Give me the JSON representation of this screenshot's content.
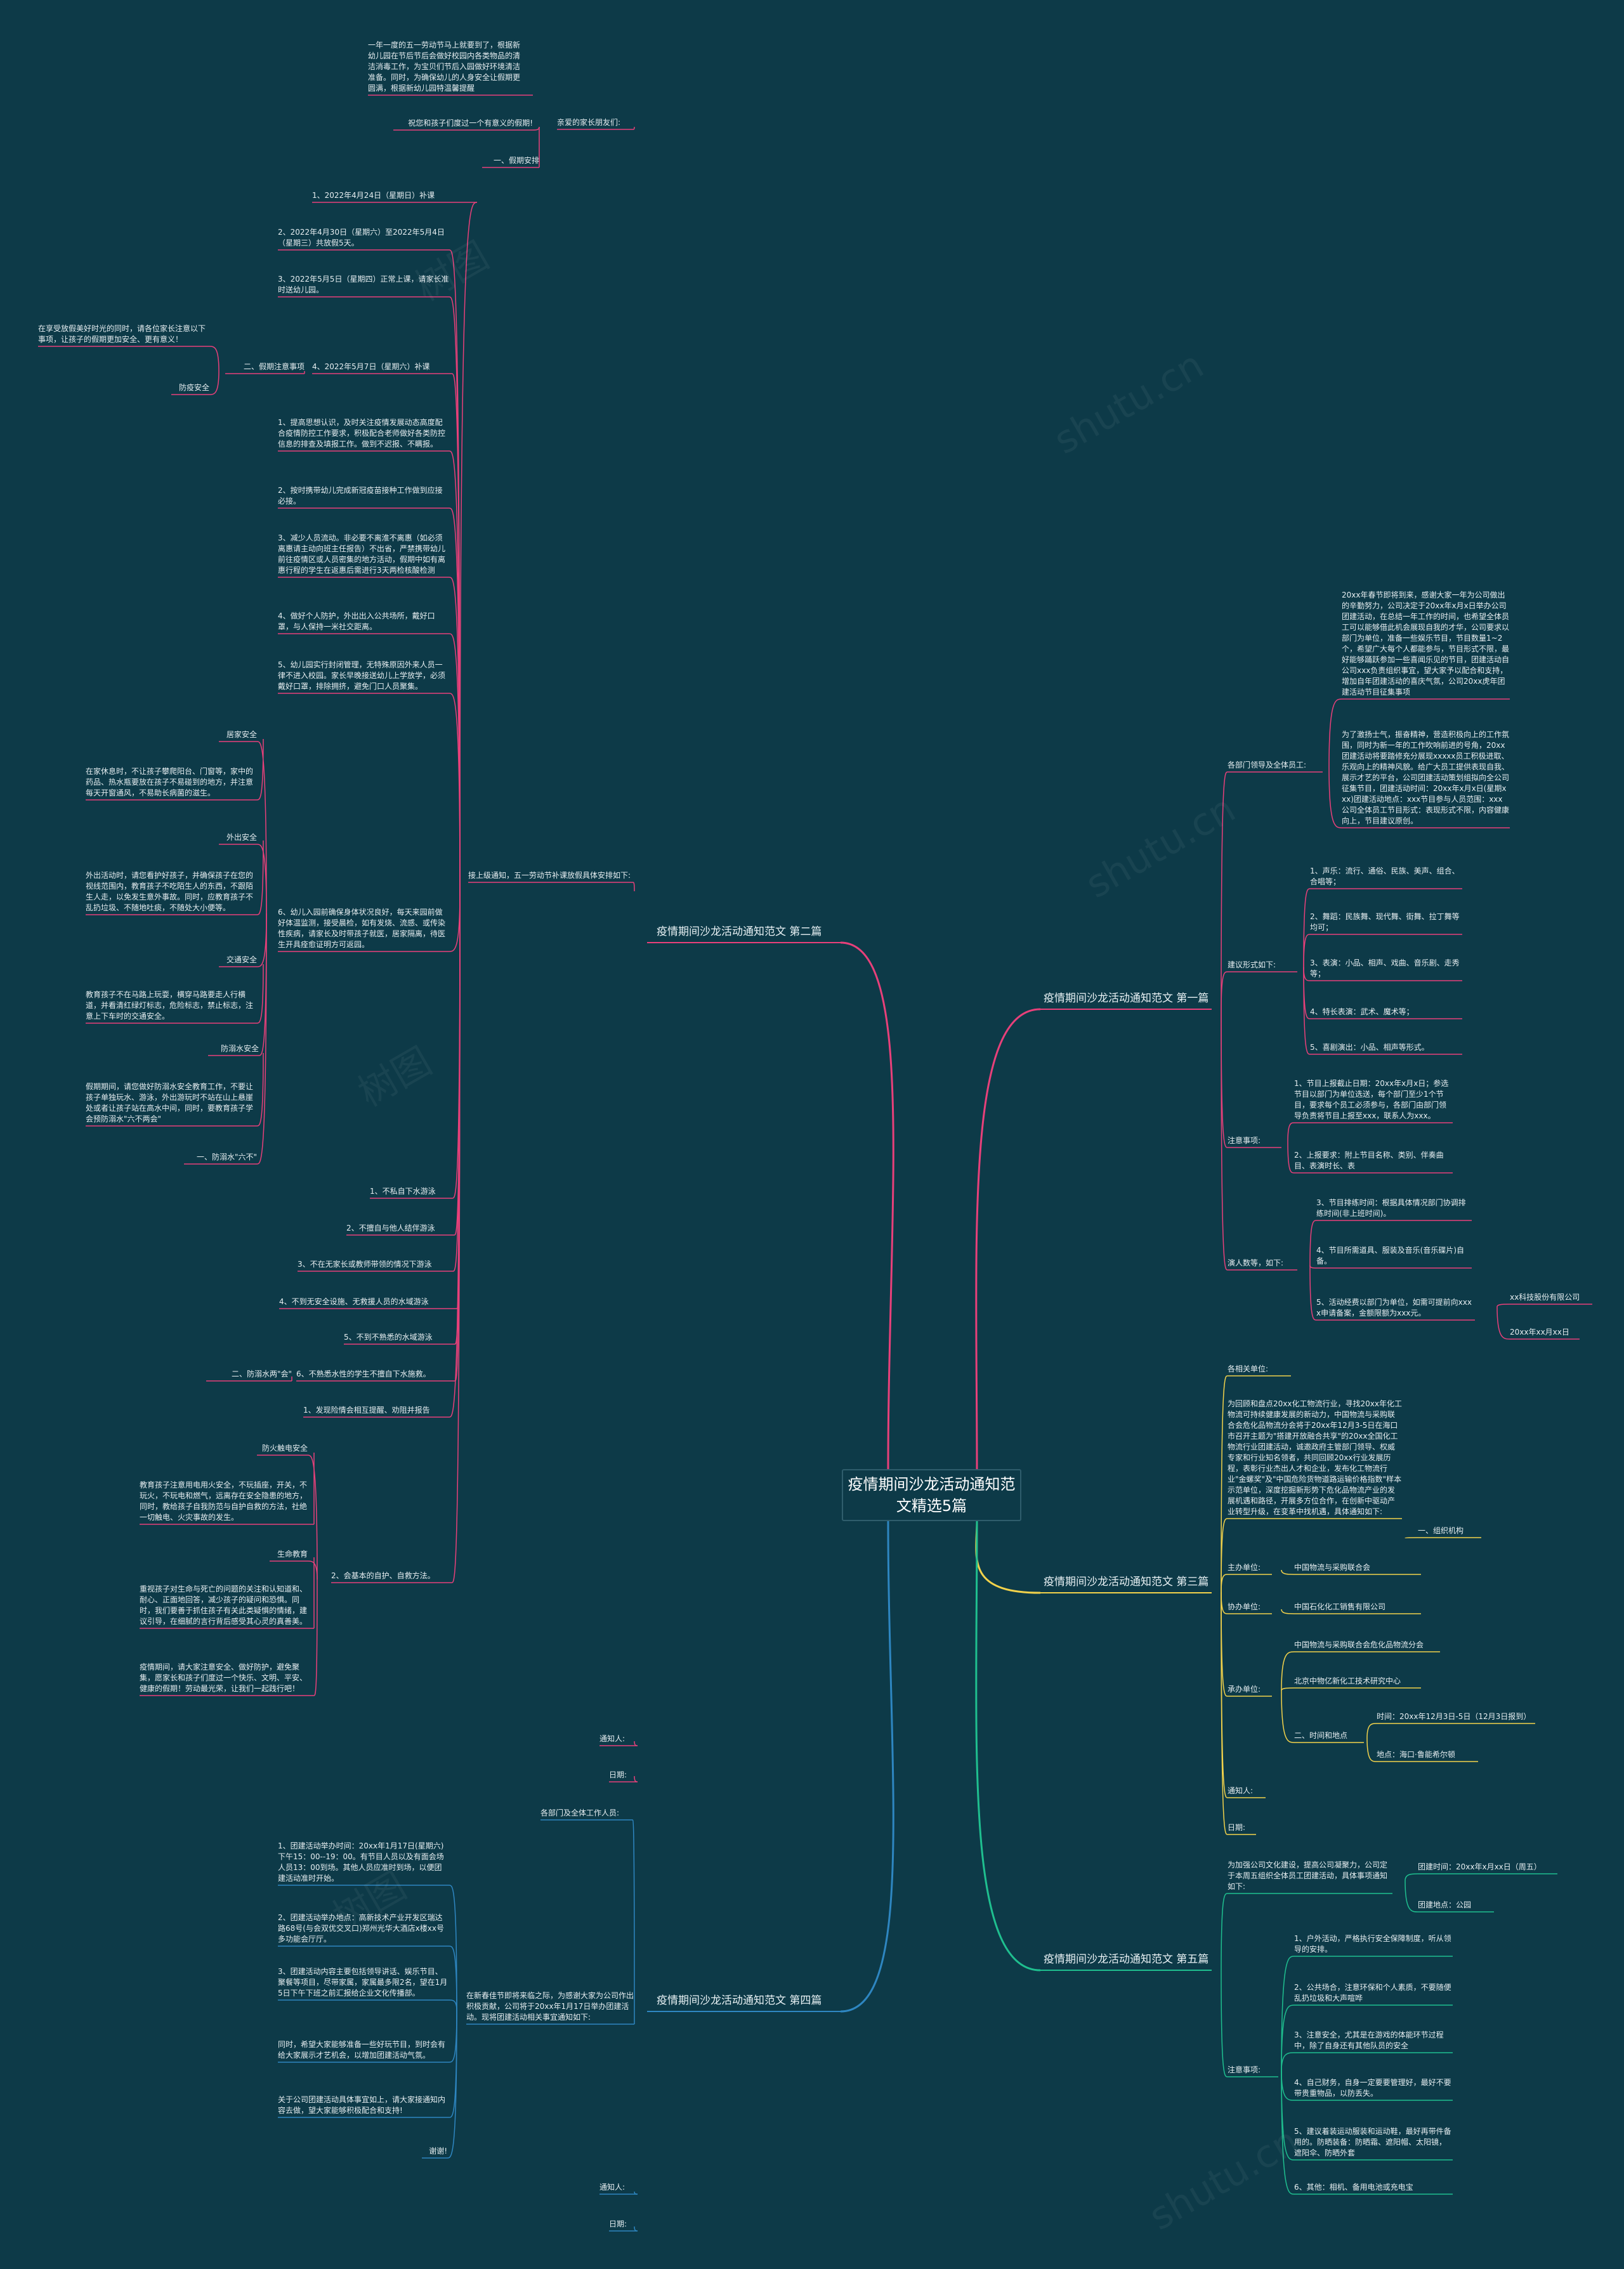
{
  "central": "疫情期间沙龙活动通知范\n文精选5篇",
  "colors": {
    "background": "#0d3a48",
    "branch1": "#e8407a",
    "branch2": "#e8407a",
    "branch3": "#f2d24b",
    "branch4": "#2e86c1",
    "branch5": "#1fbf8f"
  },
  "branches": [
    {
      "label": "疫情期间沙龙活动通知范文 第二篇",
      "children": [
        {
          "text": "亲爱的家长朋友们:",
          "children": [
            {
              "text": "祝您和孩子们度过一个有意义的假期!",
              "children": [
                {
                  "text": "一年一度的五一劳动节马上就要到了，根据新幼儿园在节后节后会做好校园内各类物品的清洁消毒工作，为宝贝们节后入园做好环境清洁准备。同时，为确保幼儿的人身安全让假期更圆满，根据新幼儿园特温馨提醒"
                }
              ]
            },
            {
              "text": "一、假期安排"
            }
          ]
        },
        {
          "text": "接上级通知，五一劳动节补课放假具体安排如下:",
          "children": [
            {
              "text": "1、2022年4月24日（星期日）补课"
            },
            {
              "text": "2、2022年4月30日（星期六）至2022年5月4日（星期三）共放假5天。"
            },
            {
              "text": "3、2022年5月5日（星期四）正常上课，请家长准时送幼儿园。"
            },
            {
              "text": "4、2022年5月7日（星期六）补课",
              "children": [
                {
                  "text": "二、假期注意事项",
                  "children": [
                    {
                      "text": "在享受放假美好时光的同时，请各位家长注意以下事项，让孩子的假期更加安全、更有意义！"
                    },
                    {
                      "text": "防疫安全"
                    }
                  ]
                }
              ]
            },
            {
              "text": "1、提高思想认识，及时关注疫情发展动态高度配合疫情防控工作要求，积极配合老师做好各类防控信息的排查及填报工作。做到不迟报、不瞒报。"
            },
            {
              "text": "2、按时携带幼儿完成新冠疫苗接种工作做到应接必接。"
            },
            {
              "text": "3、减少人员流动。非必要不离淮不离惠（如必须离惠请主动向班主任报告）不出省，严禁携带幼儿前往疫情区或人员密集的地方活动，假期中如有离惠行程的学生在返惠后需进行3天两检核酸检测"
            },
            {
              "text": "4、做好个人防护，外出出入公共场所，戴好口罩，与人保持一米社交距离。"
            },
            {
              "text": "5、幼儿园实行封闭管理，无特殊原因外来人员一律不进入校园。家长早晚接送幼儿上学放学，必须戴好口罩，排除拥挤，避免门口人员聚集。"
            },
            {
              "text": "6、幼儿入园前确保身体状况良好，每天来园前做好体温监测，接受晨检，如有发烧、流感、或传染性疾病，请家长及时带孩子就医，居家隔离，待医生开具痊愈证明方可返园。",
              "children": [
                {
                  "text": "居家安全",
                  "children": [
                    {
                      "text": "在家休息时，不让孩子攀爬阳台、门窗等，家中的药品、热水瓶要放在孩子不易碰到的地方，并注意每天开窗通风，不易助长病菌的滋生。"
                    }
                  ]
                },
                {
                  "text": "外出安全",
                  "children": [
                    {
                      "text": "外出活动时，请您看护好孩子，并确保孩子在您的视线范围内，教育孩子不吃陌生人的东西，不跟陌生人走，以免发生意外事故。同时，应教育孩子不乱扔垃圾、不随地吐痰，不随处大小便等。"
                    }
                  ]
                },
                {
                  "text": "交通安全",
                  "children": [
                    {
                      "text": "教育孩子不在马路上玩耍，横穿马路要走人行横道，并看清红绿灯标志，危险标志，禁止标志，注意上下车时的交通安全。"
                    }
                  ]
                },
                {
                  "text": "防溺水安全",
                  "children": [
                    {
                      "text": "假期期间，请您做好防溺水安全教育工作，不要让孩子单独玩水、游泳，外出游玩时不站在山上悬崖处或者让孩子站在高水中间，同时，要教育孩子学会预防溺水\"六不两会\""
                    }
                  ]
                },
                {
                  "text": "一、防溺水\"六不\""
                }
              ]
            },
            {
              "text": "1、不私自下水游泳"
            },
            {
              "text": "2、不擅自与他人结伴游泳"
            },
            {
              "text": "3、不在无家长或教师带领的情况下游泳"
            },
            {
              "text": "4、不到无安全设施、无救援人员的水域游泳"
            },
            {
              "text": "5、不到不熟悉的水域游泳"
            },
            {
              "text": "6、不熟悉水性的学生不擅自下水施救。",
              "children": [
                {
                  "text": "二、防溺水两\"会\""
                }
              ]
            },
            {
              "text": "1、发现险情会相互提醒、劝阻并报告"
            },
            {
              "text": "2、会基本的自护、自救方法。",
              "children": [
                {
                  "text": "防火触电安全",
                  "children": [
                    {
                      "text": "教育孩子注意用电用火安全，不玩插座，开关，不玩火，不玩电和燃气，远离存在安全隐患的地方，同时，教给孩子自我防范与自护自救的方法，社绝一切触电、火灾事故的发生。"
                    }
                  ]
                },
                {
                  "text": "生命教育",
                  "children": [
                    {
                      "text": "重视孩子对生命与死亡的问题的关注和认知道和、耐心、正面地回答，减少孩子的疑问和恐惧。同时，我们要善于抓住孩子有关此类疑惧的情绪，建议引导，在细腻的言行背后感受其心灵的真善美。"
                    }
                  ]
                },
                {
                  "text": "疫情期间，请大家注意安全、做好防护，避免聚集，愿家长和孩子们度过一个快乐、文明、平安、健康的假期！劳动最光荣，让我们一起践行吧！"
                }
              ]
            }
          ]
        },
        {
          "text": "通知人:"
        },
        {
          "text": "日期:"
        }
      ]
    },
    {
      "label": "疫情期间沙龙活动通知范文 第一篇",
      "children": [
        {
          "text": "各部门领导及全体员工:",
          "children": [
            {
              "text": "20xx年春节即将到来，感谢大家一年为公司做出的辛勤努力，公司决定于20xx年x月x日举办公司团建活动，在总结一年工作的时间，也希望全体员工可以能够借此机会展现自我的才华，公司要求以部门为单位，准备一些娱乐节目，节目数量1~2个，希望广大每个人都能参与，节目形式不限，最好能够踊跃参加一些喜闻乐见的节目，团建活动自公司xxx负责组织事宜，望大家予以配合和支持，增加自年团建活动的喜庆气氛，公司20xx虎年团建活动节目征集事项"
            },
            {
              "text": "为了激扬士气，振奋精神，营造积极向上的工作氛围，同时为新一年的工作吹响前进的号角，20xx团建活动将要踏修充分展现xxxxx员工积极进取、乐观向上的精神风貌。给广大员工提供表现自我、展示才艺的平台，公司团建活动策划组拟向全公司征集节目，团建活动时间：20xx年x月x日(星期xxx)团建活动地点：xxx节目参与人员范围：xxx公司全体员工节目形式：表现形式不限，内容健康向上，节目建议原创。"
            }
          ]
        },
        {
          "text": "建议形式如下:",
          "children": [
            {
              "text": "1、声乐：流行、通俗、民族、美声、组合、合唱等；"
            },
            {
              "text": "2、舞蹈：民族舞、现代舞、街舞、拉丁舞等均可；"
            },
            {
              "text": "3、表演：小品、相声、戏曲、音乐剧、走秀等；"
            },
            {
              "text": "4、特长表演：武术、魔术等；"
            },
            {
              "text": "5、喜剧演出：小品、相声等形式。"
            }
          ]
        },
        {
          "text": "注意事项:",
          "children": [
            {
              "text": "1、节目上报截止日期：20xx年x月x日；参选节目以部门为单位选送，每个部门至少1个节目，要求每个员工必须参与，各部门由部门领导负责将节目上报至xxx，联系人为xxx。"
            },
            {
              "text": "2、上报要求：附上节目名称、类别、伴奏曲目、表演时长、表"
            }
          ]
        },
        {
          "text": "演人数等，如下:",
          "children": [
            {
              "text": "3、节目排练时间：根据具体情况部门协调排练时间(非上班时间)。"
            },
            {
              "text": "4、节目所需道具、服装及音乐(音乐碟片)自备。"
            },
            {
              "text": "5、活动经费以部门为单位，如需可提前向xxxx申请备案，金额限额为xxx元。",
              "children": [
                {
                  "text": "xx科技股份有限公司"
                },
                {
                  "text": "20xx年xx月xx日"
                }
              ]
            }
          ]
        }
      ]
    },
    {
      "label": "疫情期间沙龙活动通知范文 第三篇",
      "children": [
        {
          "text": "各相关单位:"
        },
        {
          "text": "为回顾和盘点20xx化工物流行业，寻找20xx年化工物流可持续健康发展的新动力，中国物流与采购联合会危化品物流分会将于20xx年12月3-5日在海口市召开主题为\"搭建开放融合共享\"的20xx全国化工物流行业团建活动，诚邀政府主管部门领导、权威专家和行业知名领者，共同回顾20xx行业发展历程，表彰行业杰出人才和企业，发布化工物流行业\"金螺奖\"及\"中国危险货物道路运输价格指数\"样本示范单位，深度挖掘新形势下危化品物流产业的发展机遇和路径，开展多方位合作，在创新中驱动产业转型升级，在变革中找机遇，具体通知如下:",
          "children": [
            {
              "text": "一、组织机构"
            }
          ]
        },
        {
          "text": "主办单位:",
          "children": [
            {
              "text": "中国物流与采购联合会"
            }
          ]
        },
        {
          "text": "协办单位:",
          "children": [
            {
              "text": "中国石化化工销售有限公司"
            }
          ]
        },
        {
          "text": "承办单位:",
          "children": [
            {
              "text": "中国物流与采购联合会危化品物流分会"
            },
            {
              "text": "北京中物亿新化工技术研究中心"
            },
            {
              "text": "二、时间和地点",
              "children": [
                {
                  "text": "时间：20xx年12月3日-5日（12月3日报到）"
                },
                {
                  "text": "地点：海口·鲁能希尔顿"
                }
              ]
            }
          ]
        },
        {
          "text": "通知人:"
        },
        {
          "text": "日期:"
        }
      ]
    },
    {
      "label": "疫情期间沙龙活动通知范文 第四篇",
      "children": [
        {
          "text": "各部门及全体工作人员:"
        },
        {
          "text": "在新春佳节即将来临之际，为感谢大家为公司作出积极贡献，公司将于20xx年1月17日举办团建活动。现将团建活动相关事宜通知如下:",
          "children": [
            {
              "text": "1、团建活动举办时间：20xx年1月17日(星期六)下午15：00--19：00。有节目人员以及有面会场人员13：00到场。其他人员应准时到场，以便团建活动准时开始。"
            },
            {
              "text": "2、团建活动举办地点：高新技术产业开发区瑞达路68号(与会双优交叉口)郑州光华大酒店x楼xx号多功能会厅厅。"
            },
            {
              "text": "3、团建活动内容主要包括领导讲话、娱乐节目、聚餐等项目，尽带家属，家属最多限2名，望在1月5日下午下班之前汇报给企业文化传播部。"
            },
            {
              "text": "同时，希望大家能够准备一些好玩节目，到时会有给大家展示才艺机会，以增加团建活动气氛。"
            },
            {
              "text": "关于公司团建活动具体事宜如上，请大家接通知内容去做，望大家能够积极配合和支持!"
            },
            {
              "text": "谢谢!"
            }
          ]
        },
        {
          "text": "通知人:"
        },
        {
          "text": "日期:"
        }
      ]
    },
    {
      "label": "疫情期间沙龙活动通知范文 第五篇",
      "children": [
        {
          "text": "为加强公司文化建设，提高公司凝聚力，公司定于本周五组织全体员工团建活动，具体事项通知如下:",
          "children": [
            {
              "text": "团建时间：20xx年x月xx日（周五）"
            },
            {
              "text": "团建地点：公园"
            }
          ]
        },
        {
          "text": "注意事项:",
          "children": [
            {
              "text": "1、户外活动，严格执行安全保障制度，听从领导的安排。"
            },
            {
              "text": "2、公共场合，注意环保和个人素质，不要随便乱扔垃圾和大声喧哗"
            },
            {
              "text": "3、注意安全，尤其是在游戏的体能环节过程中，除了自身还有其他队员的安全"
            },
            {
              "text": "4、自己财务，自身一定要要管理好，最好不要带贵重物品，以防丢失。"
            },
            {
              "text": "5、建议着装运动服装和运动鞋，最好再带件备用的。防晒装备：防晒霜、遮阳帽、太阳镜，遮阳伞、防晒外套"
            },
            {
              "text": "6、其他：相机、备用电池或充电宝"
            }
          ]
        }
      ]
    }
  ],
  "watermarks": [
    "树图",
    "shutu.cn"
  ]
}
